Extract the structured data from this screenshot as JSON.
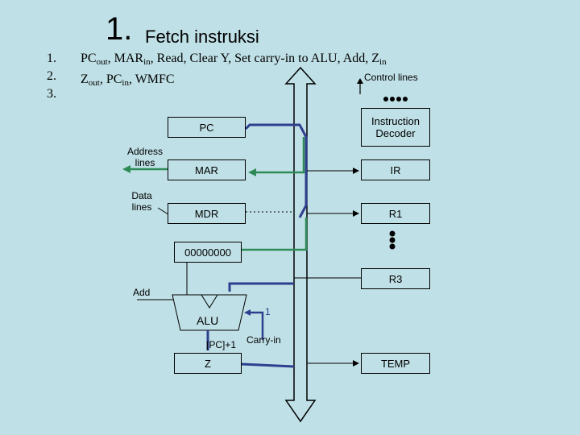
{
  "title": {
    "number": "1.",
    "text": "Fetch instruksi"
  },
  "steps": {
    "numbers": [
      "1.",
      "2.",
      "3."
    ],
    "line1": {
      "a": "PC",
      "a_sub": "out",
      "b": ", MAR",
      "b_sub": "in",
      "c": ", Read, Clear Y, Set carry-in to ALU, Add, Z",
      "c_sub": "in"
    },
    "line2": {
      "a": "Z",
      "a_sub": "out",
      "b": ", PC",
      "b_sub": "in",
      "c": ", WMFC"
    }
  },
  "labels": {
    "control_lines": "Control lines",
    "address_lines": "Address lines",
    "data_lines": "Data lines",
    "add": "Add",
    "one": "1",
    "pc_plus_one": "[PC]+1",
    "carry_in": "Carry-in"
  },
  "registers": {
    "pc": "PC",
    "instruction_decoder": "Instruction Decoder",
    "mar": "MAR",
    "ir": "IR",
    "mdr": "MDR",
    "r1": "R1",
    "y": "00000000",
    "r3": "R3",
    "alu": "ALU",
    "z": "Z",
    "temp": "TEMP"
  },
  "colors": {
    "background": "#bfe0e6",
    "highlight": "#2f3f8f",
    "green": "#2e8b57"
  }
}
